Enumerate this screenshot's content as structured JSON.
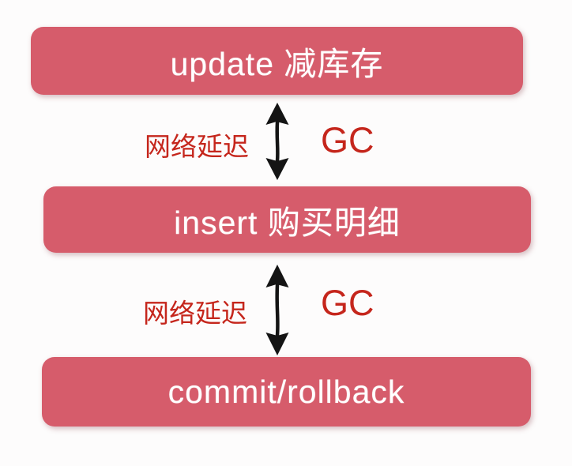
{
  "diagram": {
    "title": "transaction-steps-with-delays",
    "colors": {
      "background": "#fdfcfc",
      "node_fill": "#d65c6b",
      "node_text": "#ffffff",
      "label_red": "#c5261c",
      "arrow_black": "#141414"
    },
    "nodes": [
      {
        "id": "update-stock",
        "label": "update 减库存"
      },
      {
        "id": "insert-detail",
        "label": "insert 购买明细"
      },
      {
        "id": "commit-rollback",
        "label": "commit/rollback"
      }
    ],
    "connectors": [
      {
        "from": "update-stock",
        "to": "insert-detail",
        "left_label": "网络延迟",
        "right_label": "GC"
      },
      {
        "from": "insert-detail",
        "to": "commit-rollback",
        "left_label": "网络延迟",
        "right_label": "GC"
      }
    ]
  }
}
